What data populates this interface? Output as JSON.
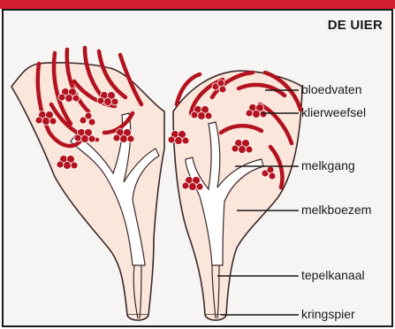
{
  "title": "DE UIER",
  "labels": {
    "bloodvessels": "bloedvaten",
    "glandtissue": "klierweefsel",
    "milkduct": "melkgang",
    "milkcistern": "melkboezem",
    "teatcanal": "tepelkanaal",
    "sphincter": "kringspier"
  },
  "colors": {
    "accent": "#d01e2e",
    "vessel": "#b3121f",
    "tissue": "#fbe6dc",
    "text": "#1a1a1a"
  }
}
